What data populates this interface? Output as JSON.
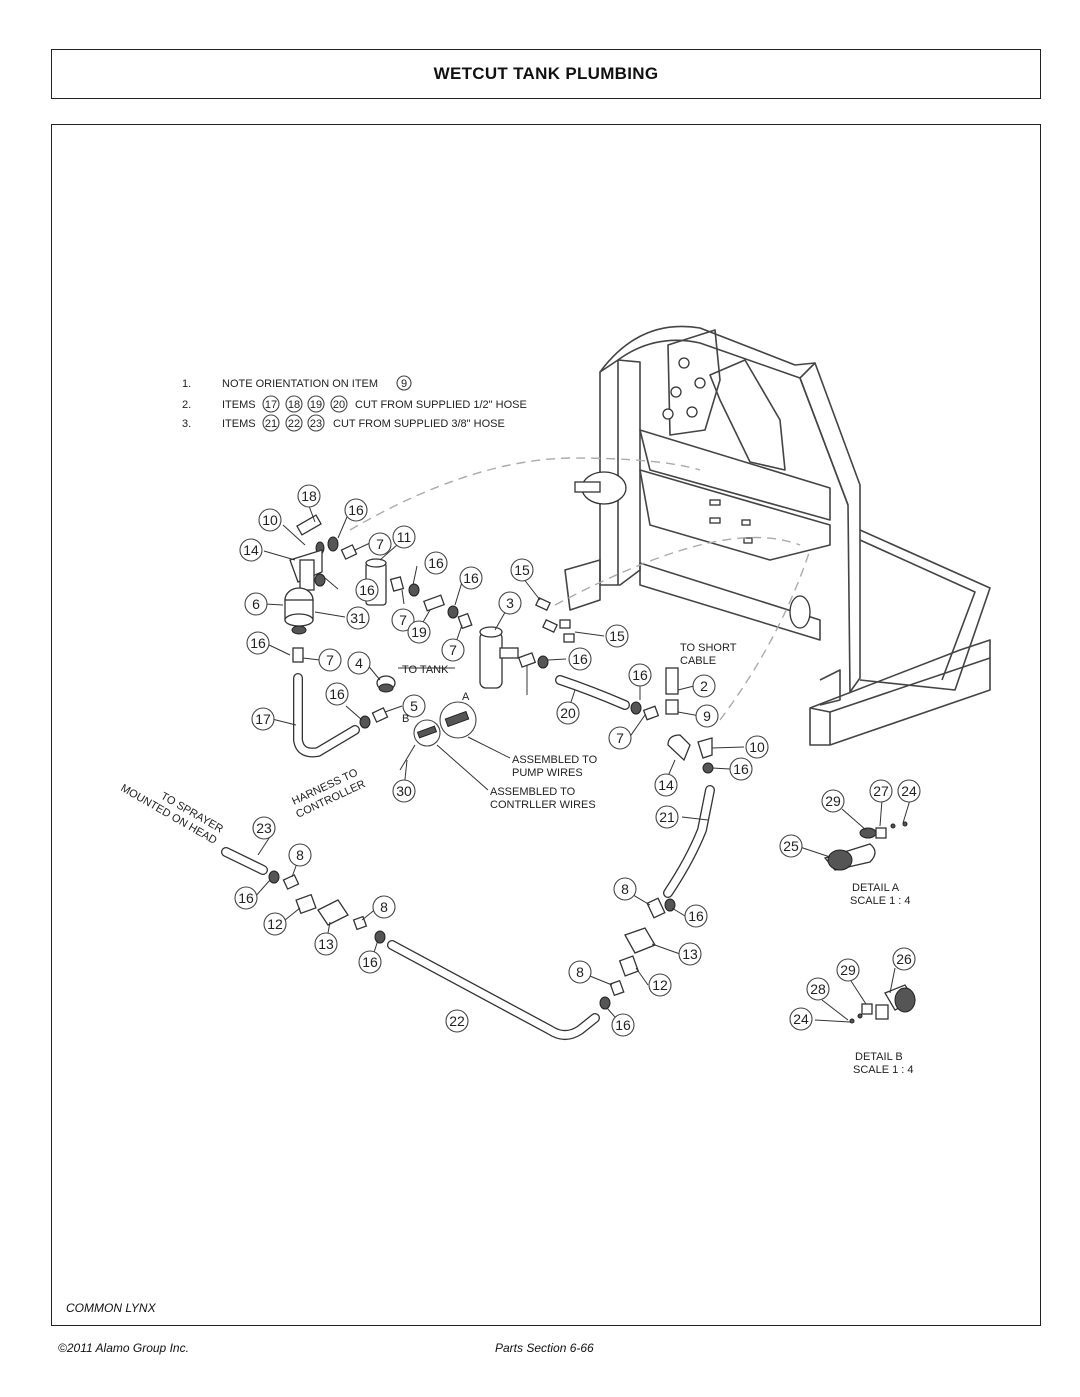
{
  "page": {
    "title": "WETCUT TANK PLUMBING",
    "footer_section": "COMMON LYNX",
    "footer_copyright": "©2011 Alamo Group Inc.",
    "footer_page": "Parts Section 6-66"
  },
  "notes": [
    {
      "num": "1.",
      "text": "NOTE ORIENTATION ON ITEM",
      "items": [
        "9"
      ],
      "tail": ""
    },
    {
      "num": "2.",
      "text": "ITEMS",
      "items": [
        "17",
        "18",
        "19",
        "20"
      ],
      "tail": "CUT FROM SUPPLIED 1/2\" HOSE"
    },
    {
      "num": "3.",
      "text": "ITEMS",
      "items": [
        "21",
        "22",
        "23"
      ],
      "tail": "CUT FROM SUPPLIED 3/8\" HOSE"
    }
  ],
  "callouts": {
    "to_tank": "TO TANK",
    "to_short_cable_1": "TO SHORT",
    "to_short_cable_2": "CABLE",
    "assembled_pump_1": "ASSEMBLED TO",
    "assembled_pump_2": "PUMP WIRES",
    "assembled_ctrl_1": "ASSEMBLED TO",
    "assembled_ctrl_2": "CONTRLLER WIRES",
    "harness_1": "HARNESS TO",
    "harness_2": "CONTROLLER",
    "sprayer_1": "TO SPRAYER",
    "sprayer_2": "MOUNTED ON HEAD",
    "letter_a": "A",
    "letter_b": "B"
  },
  "details": {
    "a_title": "DETAIL A",
    "a_scale": "SCALE 1 : 4",
    "b_title": "DETAIL B",
    "b_scale": "SCALE 1 : 4"
  },
  "item_numbers": [
    "18",
    "16",
    "10",
    "7",
    "11",
    "14",
    "16",
    "16",
    "16",
    "6",
    "31",
    "15",
    "3",
    "7",
    "19",
    "15",
    "16",
    "7",
    "16",
    "4",
    "7",
    "16",
    "2",
    "16",
    "5",
    "20",
    "9",
    "17",
    "7",
    "10",
    "14",
    "16",
    "30",
    "29",
    "27",
    "24",
    "21",
    "23",
    "25",
    "8",
    "16",
    "8",
    "12",
    "8",
    "16",
    "13",
    "13",
    "16",
    "8",
    "12",
    "26",
    "29",
    "28",
    "24",
    "22",
    "16"
  ]
}
